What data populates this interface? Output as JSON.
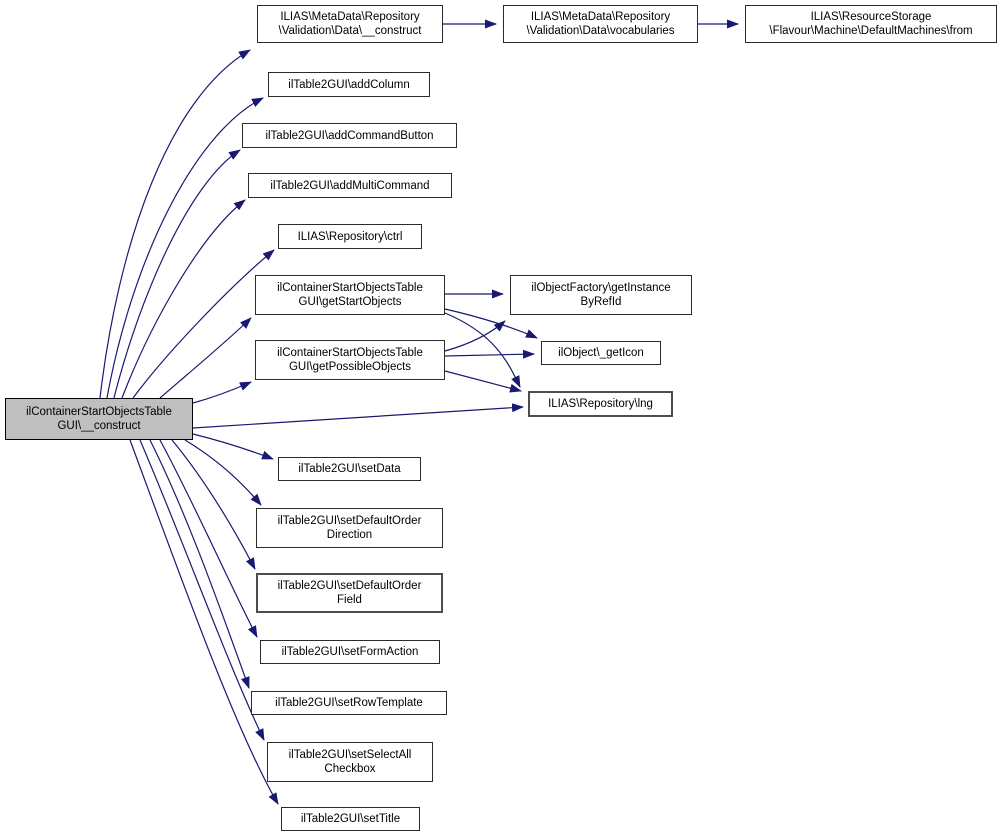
{
  "diagram": {
    "type": "call-graph",
    "edge_color": "#191970",
    "main_node_fill": "#bfbfbf",
    "nodes": {
      "main": {
        "label": "ilContainerStartObjectsTable\nGUI\\__construct"
      },
      "md_construct": {
        "label": "ILIAS\\MetaData\\Repository\n\\Validation\\Data\\__construct"
      },
      "vocabularies": {
        "label": "ILIAS\\MetaData\\Repository\n\\Validation\\Data\\vocabularies"
      },
      "default_machines_from": {
        "label": "ILIAS\\ResourceStorage\n\\Flavour\\Machine\\DefaultMachines\\from"
      },
      "add_column": {
        "label": "ilTable2GUI\\addColumn"
      },
      "add_command_button": {
        "label": "ilTable2GUI\\addCommandButton"
      },
      "add_multi_command": {
        "label": "ilTable2GUI\\addMultiCommand"
      },
      "ctrl": {
        "label": "ILIAS\\Repository\\ctrl"
      },
      "get_start_objects": {
        "label": "ilContainerStartObjectsTable\nGUI\\getStartObjects"
      },
      "get_possible_objects": {
        "label": "ilContainerStartObjectsTable\nGUI\\getPossibleObjects"
      },
      "get_instance_by_ref_id": {
        "label": "ilObjectFactory\\getInstance\nByRefId"
      },
      "get_icon": {
        "label": "ilObject\\_getIcon"
      },
      "lng": {
        "label": "ILIAS\\Repository\\lng"
      },
      "set_data": {
        "label": "ilTable2GUI\\setData"
      },
      "set_default_order_direction": {
        "label": "ilTable2GUI\\setDefaultOrder\nDirection"
      },
      "set_default_order_field": {
        "label": "ilTable2GUI\\setDefaultOrder\nField"
      },
      "set_form_action": {
        "label": "ilTable2GUI\\setFormAction"
      },
      "set_row_template": {
        "label": "ilTable2GUI\\setRowTemplate"
      },
      "set_select_all_checkbox": {
        "label": "ilTable2GUI\\setSelectAll\nCheckbox"
      },
      "set_title": {
        "label": "ilTable2GUI\\setTitle"
      }
    },
    "edges": [
      {
        "from": "main",
        "to": "md_construct"
      },
      {
        "from": "main",
        "to": "add_column"
      },
      {
        "from": "main",
        "to": "add_command_button"
      },
      {
        "from": "main",
        "to": "add_multi_command"
      },
      {
        "from": "main",
        "to": "ctrl"
      },
      {
        "from": "main",
        "to": "get_start_objects"
      },
      {
        "from": "main",
        "to": "get_possible_objects"
      },
      {
        "from": "main",
        "to": "lng"
      },
      {
        "from": "main",
        "to": "set_data"
      },
      {
        "from": "main",
        "to": "set_default_order_direction"
      },
      {
        "from": "main",
        "to": "set_default_order_field"
      },
      {
        "from": "main",
        "to": "set_form_action"
      },
      {
        "from": "main",
        "to": "set_row_template"
      },
      {
        "from": "main",
        "to": "set_select_all_checkbox"
      },
      {
        "from": "main",
        "to": "set_title"
      },
      {
        "from": "md_construct",
        "to": "vocabularies"
      },
      {
        "from": "vocabularies",
        "to": "default_machines_from"
      },
      {
        "from": "get_start_objects",
        "to": "get_instance_by_ref_id"
      },
      {
        "from": "get_start_objects",
        "to": "get_icon"
      },
      {
        "from": "get_start_objects",
        "to": "lng"
      },
      {
        "from": "get_possible_objects",
        "to": "get_instance_by_ref_id"
      },
      {
        "from": "get_possible_objects",
        "to": "get_icon"
      },
      {
        "from": "get_possible_objects",
        "to": "lng"
      }
    ]
  }
}
